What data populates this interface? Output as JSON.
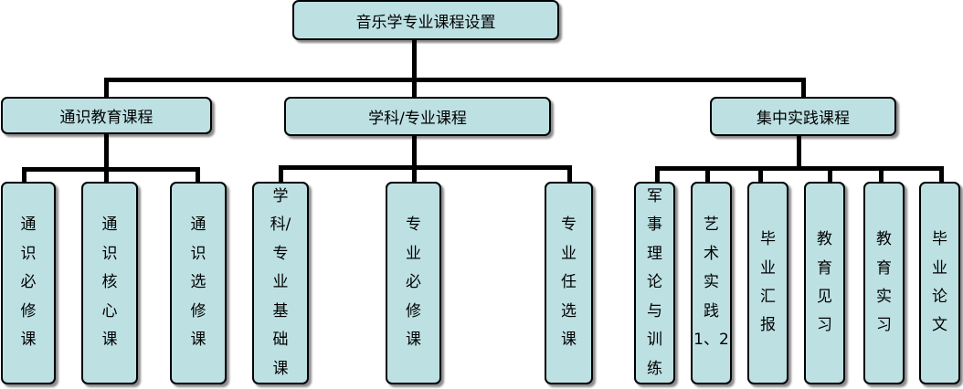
{
  "title": "音乐学专业课程设置",
  "categories": [
    {
      "label": "通识教育课程",
      "children": [
        "通\n识\n必\n修\n课",
        "通\n识\n核\n心\n课",
        "通\n识\n选\n修\n课"
      ]
    },
    {
      "label": "学科/专业课程",
      "children": [
        "学\n科/\n专\n业\n基\n础\n课",
        "专\n业\n必\n修\n课",
        "专\n业\n任\n选\n课"
      ]
    },
    {
      "label": "集中实践课程",
      "children": [
        "军\n事\n理\n论\n与\n训\n练",
        "艺\n术\n实\n践\n1、2",
        "毕\n业\n汇\n报",
        "教\n育\n见\n习",
        "教\n育\n实\n习",
        "毕\n业\n论\n文"
      ]
    }
  ],
  "colors": {
    "box_fill": "#bde0e3",
    "line": "#000000"
  }
}
